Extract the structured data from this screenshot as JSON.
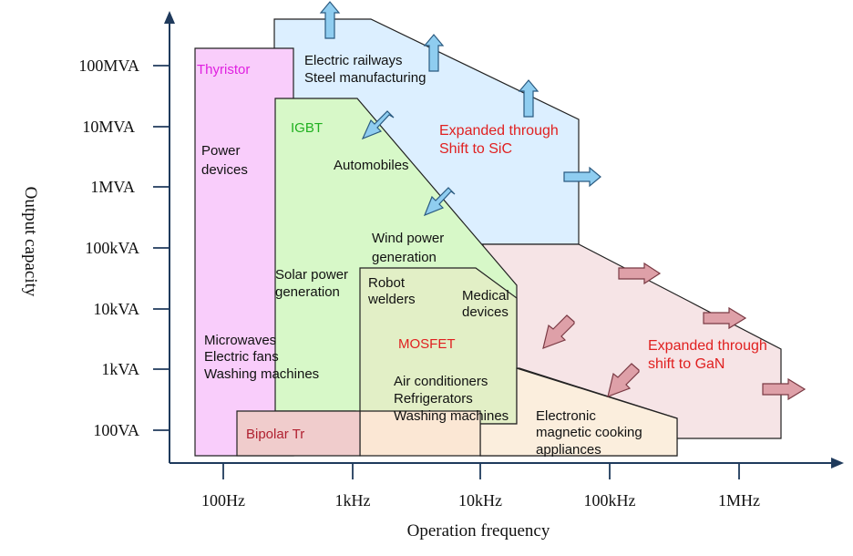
{
  "axes": {
    "xlabel": "Operation frequency",
    "ylabel": "Output capacity",
    "x_ticks": [
      "100Hz",
      "1kHz",
      "10kHz",
      "100kHz",
      "1MHz"
    ],
    "y_ticks": [
      "100MVA",
      "10MVA",
      "1MVA",
      "100kVA",
      "10kVA",
      "1kVA",
      "100VA"
    ]
  },
  "regions": {
    "thyristor": "Thyristor",
    "igbt": "IGBT",
    "mosfet": "MOSFET",
    "bipolar": "Bipolar Tr"
  },
  "labels": {
    "electric_railways": "Electric railways",
    "steel_manufacturing": "Steel manufacturing",
    "expanded_sic_1": "Expanded through",
    "expanded_sic_2": "Shift to SiC",
    "power_devices_1": "Power",
    "power_devices_2": "devices",
    "automobiles": "Automobiles",
    "wind_power_1": "Wind power",
    "wind_power_2": "generation",
    "solar_power_1": "Solar power",
    "solar_power_2": "generation",
    "robot_welders_1": "Robot",
    "robot_welders_2": "welders",
    "medical_devices_1": "Medical",
    "medical_devices_2": "devices",
    "microwaves": "Microwaves",
    "electric_fans": "Electric fans",
    "washing_machines": "Washing machines",
    "air_conditioners": "Air conditioners",
    "refrigerators": "Refrigerators",
    "washing_machines_2": "Washing machines",
    "expanded_gan_1": "Expanded through",
    "expanded_gan_2": "shift to GaN",
    "cooking_1": "Electronic",
    "cooking_2": "magnetic cooking",
    "cooking_3": "appliances"
  },
  "colors": {
    "sic_fill": "#dcefff",
    "gan_fill": "#f6e4e6",
    "thyristor_fill": "#f9cdfb",
    "igbt_fill": "#d7f8c8",
    "mosfet_fill": "#e2efc6",
    "bipolar_fill": "#f0cccc",
    "cooking_fill": "#fbeedd",
    "blue_arrow": "#8fcdf0",
    "pink_arrow": "#dea0a8",
    "thyristor_text": "#e020e0",
    "igbt_text": "#20b020",
    "red_text": "#e02020",
    "bipolar_text": "#b02030"
  }
}
